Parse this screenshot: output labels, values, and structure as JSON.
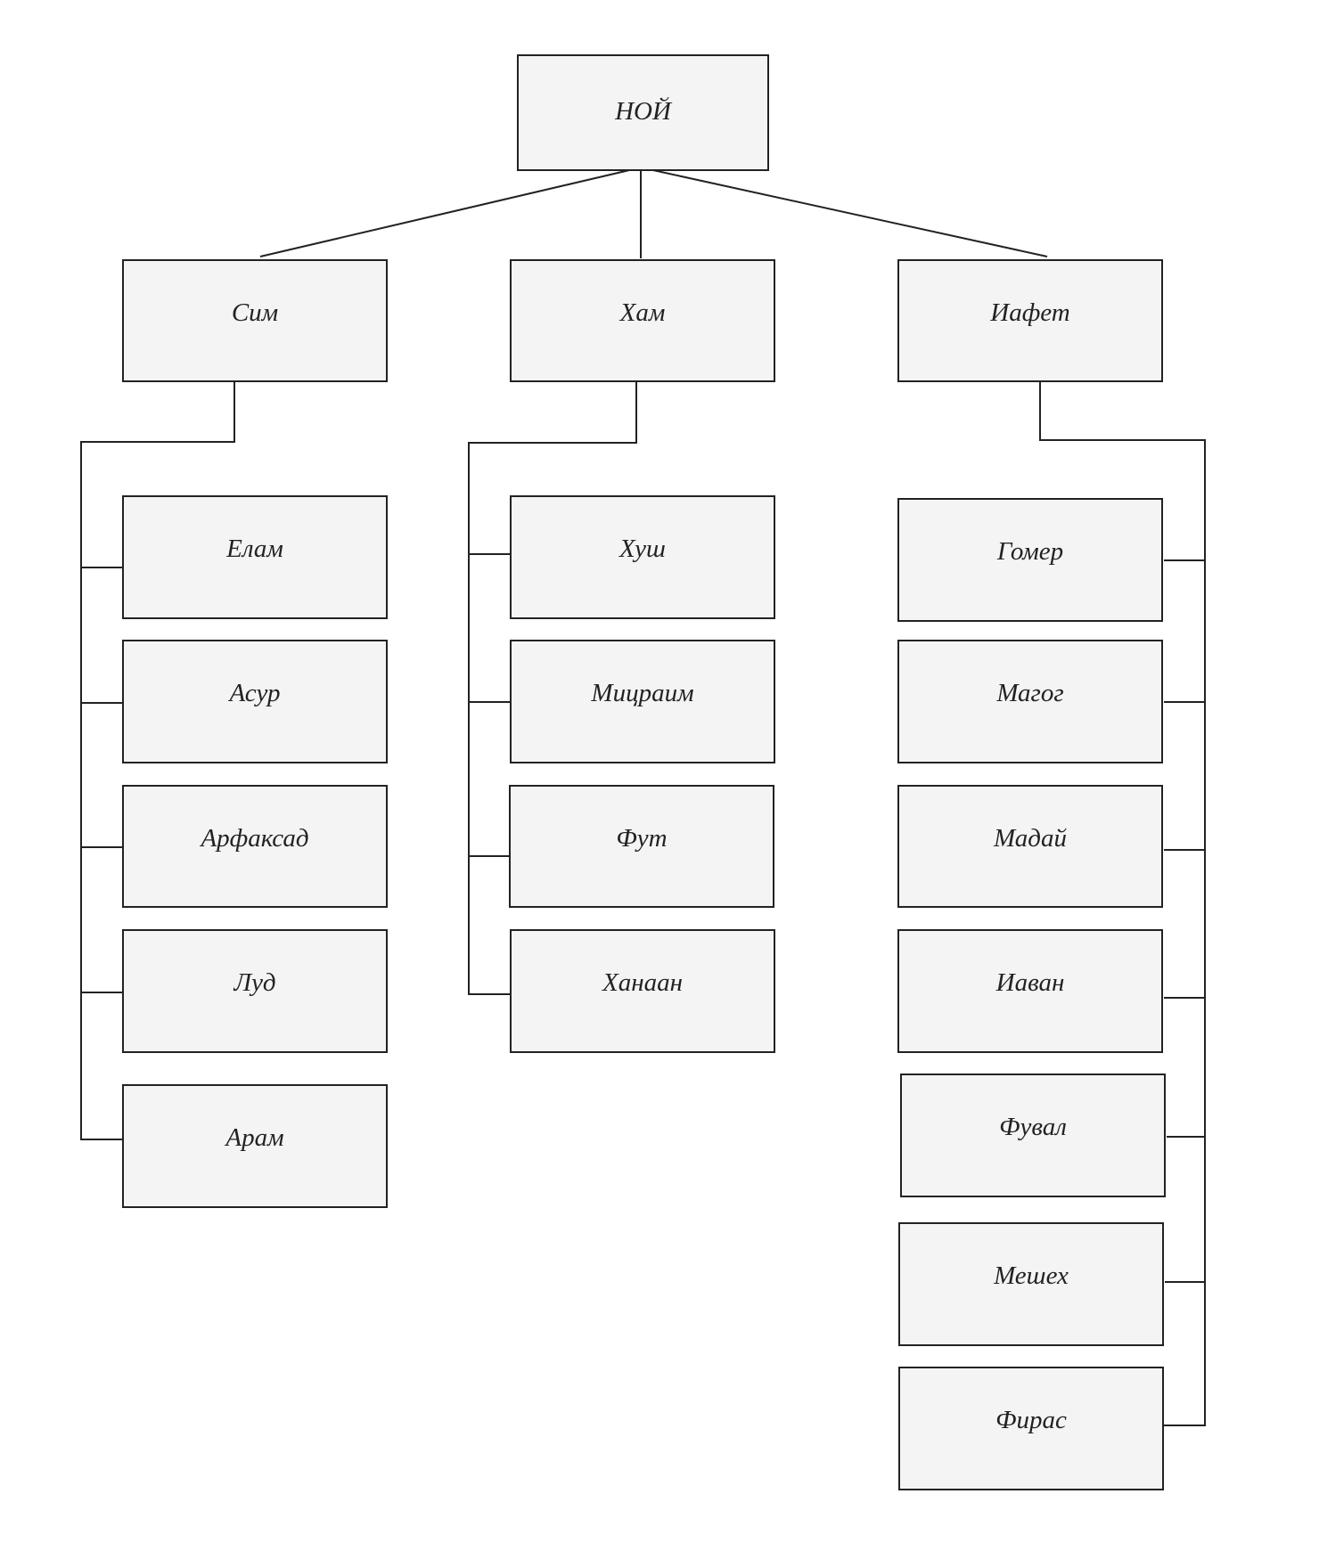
{
  "root": {
    "label": "НОЙ"
  },
  "sons": [
    {
      "label": "Сим",
      "children": [
        "Елам",
        "Асур",
        "Арфаксад",
        "Луд",
        "Арам"
      ]
    },
    {
      "label": "Хам",
      "children": [
        "Хуш",
        "Мицраим",
        "Фут",
        "Ханаан"
      ]
    },
    {
      "label": "Иафет",
      "children": [
        "Гомер",
        "Магог",
        "Мадай",
        "Иаван",
        "Фувал",
        "Мешех",
        "Фирас"
      ]
    }
  ]
}
